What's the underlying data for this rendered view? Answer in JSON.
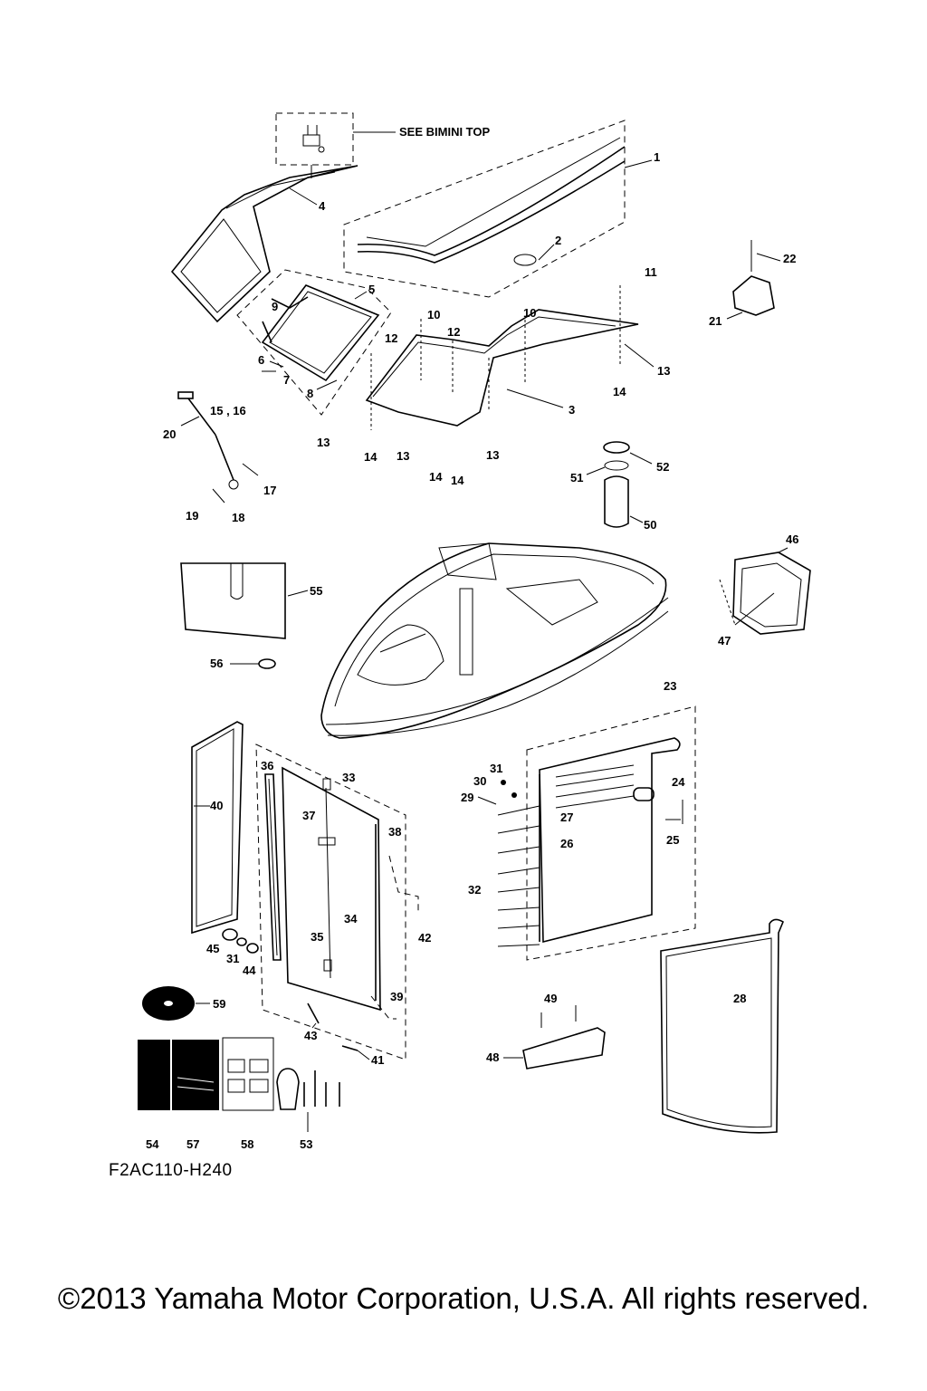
{
  "diagram": {
    "see_note": "SEE BIMINI TOP",
    "figure_code": "F2AC110-H240",
    "copyright": "©2013 Yamaha Motor Corporation, U.S.A. All rights reserved.",
    "callouts": {
      "c1": "1",
      "c2": "2",
      "c3": "3",
      "c4": "4",
      "c5": "5",
      "c6": "6",
      "c7": "7",
      "c8": "8",
      "c9": "9",
      "c10a": "10",
      "c10b": "10",
      "c11": "11",
      "c12a": "12",
      "c12b": "12",
      "c13a": "13",
      "c13b": "13",
      "c13c": "13",
      "c13d": "13",
      "c14a": "14",
      "c14b": "14",
      "c14c": "14",
      "c14d": "14",
      "c15_16": "15 , 16",
      "c17": "17",
      "c18": "18",
      "c19": "19",
      "c20": "20",
      "c21": "21",
      "c22": "22",
      "c23": "23",
      "c24": "24",
      "c25": "25",
      "c26": "26",
      "c27": "27",
      "c28": "28",
      "c29": "29",
      "c30": "30",
      "c31a": "31",
      "c31b": "31",
      "c32": "32",
      "c33": "33",
      "c34": "34",
      "c35": "35",
      "c36": "36",
      "c37": "37",
      "c38": "38",
      "c39": "39",
      "c40": "40",
      "c41": "41",
      "c42": "42",
      "c43": "43",
      "c44": "44",
      "c45": "45",
      "c46": "46",
      "c47": "47",
      "c48": "48",
      "c49": "49",
      "c50": "50",
      "c51": "51",
      "c52": "52",
      "c53": "53",
      "c54": "54",
      "c55": "55",
      "c56": "56",
      "c57": "57",
      "c58": "58",
      "c59": "59"
    }
  }
}
